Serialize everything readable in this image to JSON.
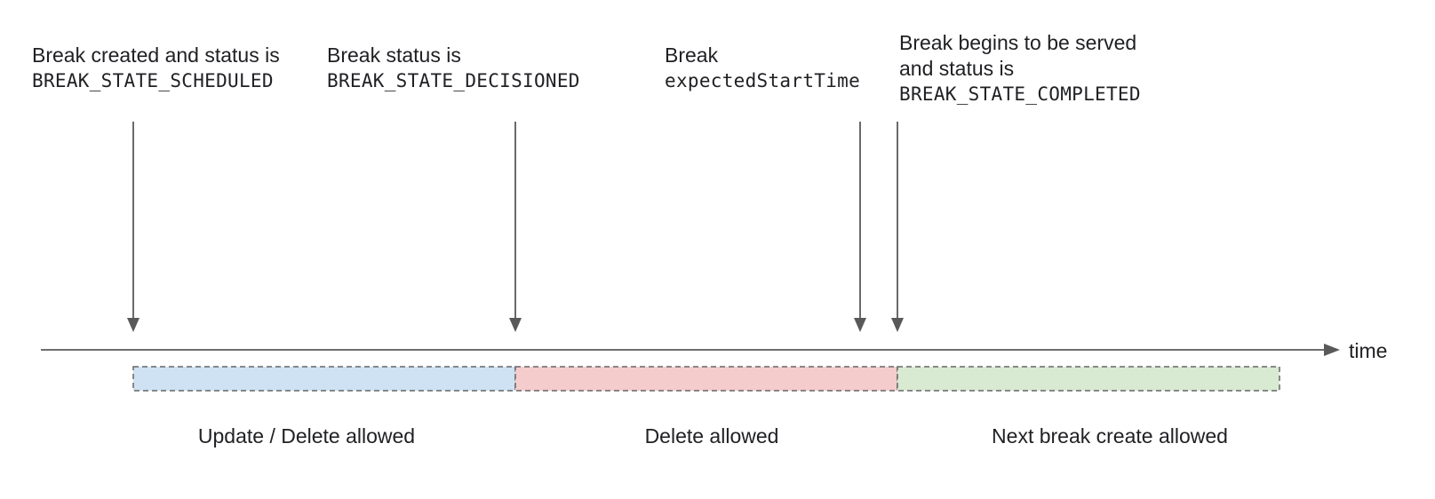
{
  "events": [
    {
      "id": "scheduled",
      "text_lines": [
        "Break created and status is"
      ],
      "code_lines": [
        "BREAK_STATE_SCHEDULED"
      ]
    },
    {
      "id": "decisioned",
      "text_lines": [
        "Break status is"
      ],
      "code_lines": [
        "BREAK_STATE_DECISIONED"
      ]
    },
    {
      "id": "expected-start",
      "text_lines": [
        "Break"
      ],
      "code_lines": [
        "expectedStartTime"
      ]
    },
    {
      "id": "completed",
      "text_lines": [
        "Break begins to be served",
        "and status is"
      ],
      "code_lines": [
        "BREAK_STATE_COMPLETED"
      ]
    }
  ],
  "axis": {
    "label": "time"
  },
  "regions": [
    {
      "id": "update-delete",
      "label": "Update / Delete allowed",
      "color": "#cfe2f3"
    },
    {
      "id": "delete",
      "label": "Delete allowed",
      "color": "#f4cccc"
    },
    {
      "id": "next-create",
      "label": "Next break create allowed",
      "color": "#d9ead3"
    }
  ],
  "colors": {
    "line": "#595959",
    "region_border": "#666666"
  }
}
